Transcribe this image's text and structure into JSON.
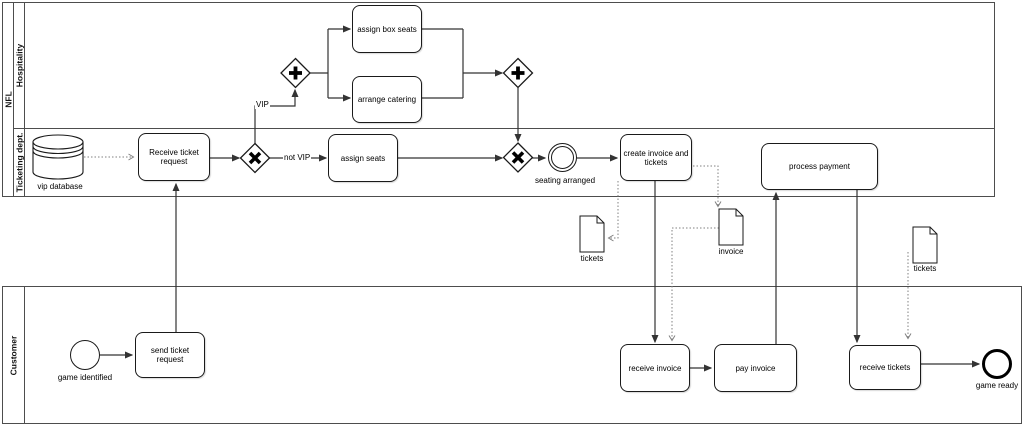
{
  "diagram": {
    "type": "BPMN collaboration diagram",
    "pools": {
      "nfl": {
        "label": "NFL",
        "lanes": {
          "hospitality": {
            "label": "Hospitality"
          },
          "ticketing": {
            "label": "Ticketing dept."
          }
        }
      },
      "customer": {
        "label": "Customer"
      }
    },
    "tasks": {
      "assign_box_seats": "assign box seats",
      "arrange_catering": "arrange catering",
      "receive_ticket_request": "Receive ticket request",
      "assign_seats": "assign seats",
      "create_invoice_and_tickets": "create invoice and tickets",
      "process_payment": "process payment",
      "send_ticket_request": "send ticket request",
      "receive_invoice": "receive invoice",
      "pay_invoice": "pay invoice",
      "receive_tickets": "receive tickets"
    },
    "events": {
      "game_identified": "game identified",
      "seating_arranged": "seating arranged",
      "game_ready": "game ready"
    },
    "gateways": {
      "exclusive_split": "exclusive (X) gateway",
      "parallel_split": "parallel (+) gateway",
      "parallel_join": "parallel (+) gateway",
      "exclusive_join": "exclusive (X) gateway"
    },
    "edge_labels": {
      "vip": "VIP",
      "not_vip": "not VIP"
    },
    "artifacts": {
      "vip_database": "vip database",
      "tickets_1": "tickets",
      "invoice": "invoice",
      "tickets_2": "tickets"
    },
    "flows": [
      "vip database ⇢ Receive ticket request",
      "game identified → send ticket request",
      "send ticket request → Receive ticket request",
      "Receive ticket request → exclusive gateway",
      "exclusive gateway → (VIP) parallel gateway",
      "parallel gateway → assign box seats",
      "parallel gateway → arrange catering",
      "assign box seats → parallel join",
      "arrange catering → parallel join",
      "parallel join → exclusive join",
      "exclusive gateway → (not VIP) assign seats",
      "assign seats → exclusive join",
      "exclusive join → seating arranged",
      "seating arranged → create invoice and tickets",
      "create invoice and tickets → receive invoice",
      "create invoice and tickets ⇢ tickets",
      "create invoice and tickets ⇢ invoice",
      "invoice ⇢ receive invoice",
      "receive invoice → pay invoice",
      "pay invoice → process payment",
      "process payment → receive tickets",
      "tickets ⇢ receive tickets",
      "receive tickets → game ready"
    ],
    "colors": {
      "shape_stroke": "#1a1a1a",
      "pool_stroke": "#4d4d4d",
      "flow_stroke": "#333333",
      "association_stroke": "#808080",
      "background": "#ffffff"
    }
  }
}
